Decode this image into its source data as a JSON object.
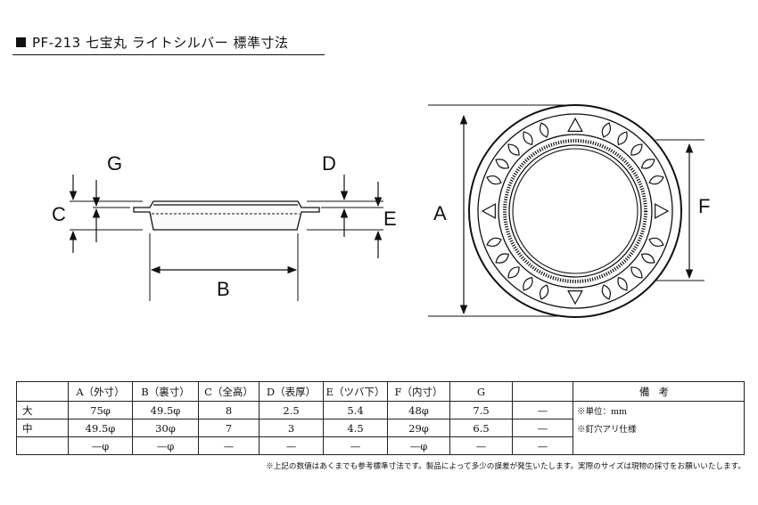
{
  "title": {
    "mark": "■",
    "text": "PF-213 七宝丸 ライトシルバー 標準寸法"
  },
  "labels": {
    "A": "A",
    "B": "B",
    "C": "C",
    "D": "D",
    "E": "E",
    "F": "F",
    "G": "G"
  },
  "table": {
    "headers": [
      "",
      "A（外寸）",
      "B（裏寸）",
      "C（全高）",
      "D（表厚）",
      "E（ツバ下）",
      "F（内寸）",
      "G",
      "",
      "備考"
    ],
    "rows": [
      {
        "label": "大",
        "cells": [
          "75φ",
          "49.5φ",
          "8",
          "2.5",
          "5.4",
          "48φ",
          "7.5",
          "—"
        ],
        "note": "※単位：mm"
      },
      {
        "label": "中",
        "cells": [
          "49.5φ",
          "30φ",
          "7",
          "3",
          "4.5",
          "29φ",
          "6.5",
          "—"
        ],
        "note": "※釘穴アリ仕様"
      },
      {
        "label": "",
        "cells": [
          "—φ",
          "—φ",
          "—",
          "—",
          "—",
          "—φ",
          "—",
          "—"
        ],
        "note": ""
      }
    ]
  },
  "footnote": "※上記の数値はあくまでも参考標準寸法です。製品によって多少の誤差が発生いたします。実際のサイズは現物の採寸をお願いいたします。"
}
